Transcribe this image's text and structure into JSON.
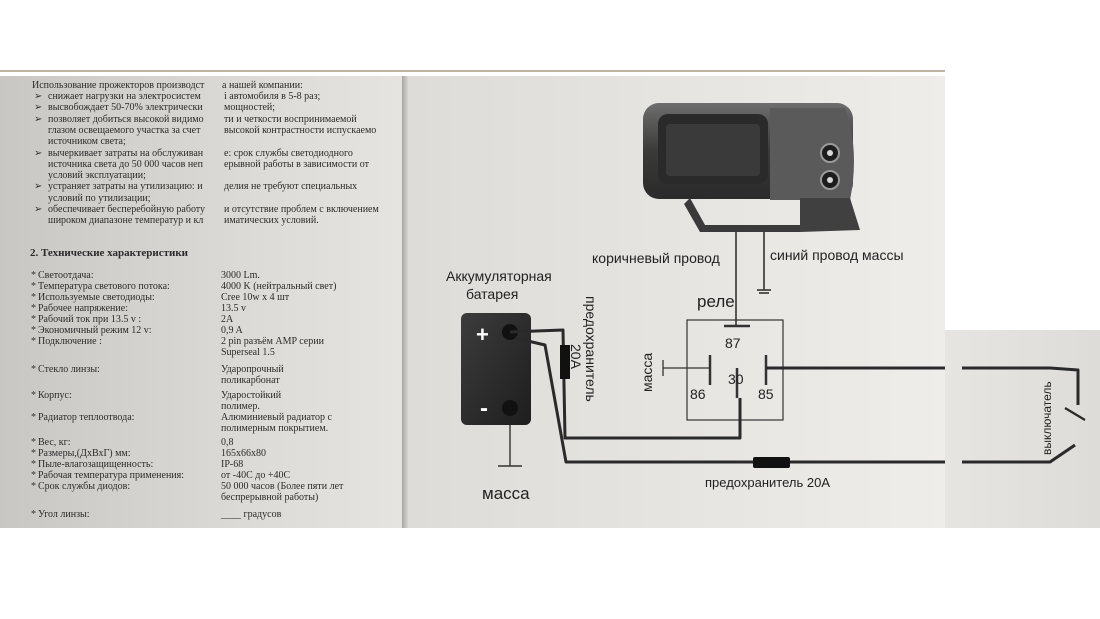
{
  "intro": {
    "line1a": "Использование прожекторов производст",
    "line1b": "а нашей компании:",
    "items": [
      {
        "a": "снижает нагрузки на  электросистем",
        "b": "i автомобиля в 5-8 раз;"
      },
      {
        "a": "высвобождает 50-70% электрически",
        "b": "мощностей;"
      },
      {
        "a": "позволяет добиться высокой видимо",
        "b": "ти и четкости воспринимаемой"
      },
      {
        "a": "глазом освещаемого участка за счет",
        "b": "высокой контрастности испускаемо"
      },
      {
        "a": "источником света;",
        "b": ""
      },
      {
        "a": "вычеркивает затраты на обслуживан",
        "b": "е: срок службы светодиодного"
      },
      {
        "a": "источника света до 50 000 часов неп",
        "b": "ерывной работы в зависимости от"
      },
      {
        "a": "условий эксплуатации;",
        "b": ""
      },
      {
        "a": "устраняет затраты на утилизацию: и",
        "b": "делия не требуют специальных"
      },
      {
        "a": "условий по утилизации;",
        "b": ""
      },
      {
        "a": "обеспечивает бесперебойную работу",
        "b": "и отсутствие проблем с включением"
      },
      {
        "a": "широком диапазоне температур и кл",
        "b": "иматических условий."
      }
    ]
  },
  "specs": {
    "heading": "2. Технические характеристики",
    "rows": [
      {
        "label": "Светоотдача:",
        "value": "3000 Lm."
      },
      {
        "label": "Температура светового потока:",
        "value": "4000 K (нейтральный свет)"
      },
      {
        "label": "Используемые светодиоды:",
        "value": "Cree 10w x 4 шт"
      },
      {
        "label": "Рабочее напряжение:",
        "value": "13.5 v"
      },
      {
        "label": "Рабочий ток при 13.5 v :",
        "value": "2A"
      },
      {
        "label": "Экономичный режим 12 v:",
        "value": "0,9 A"
      },
      {
        "label": "Подключение :",
        "value": "2 pin разъём AMP серии"
      },
      {
        "label": "",
        "value": "Superseal 1.5"
      },
      {
        "label": "Стекло линзы:",
        "value": "Ударопрочный"
      },
      {
        "label": "",
        "value": "поликарбонат"
      },
      {
        "label": "Корпус:",
        "value": "Ударостойкий"
      },
      {
        "label": "",
        "value": "полимер."
      },
      {
        "label": "Радиатор теплоотвода:",
        "value": "Алюминиевый радиатор с"
      },
      {
        "label": "",
        "value": "полимерным покрытием."
      },
      {
        "label": "Вес, кг:",
        "value": "0,8"
      },
      {
        "label": "Размеры,(ДхВхГ) мм:",
        "value": "165x66x80"
      },
      {
        "label": "Пыле-влагозащищенность:",
        "value": "IP-68"
      },
      {
        "label": "Рабочая температура применения:",
        "value": "от -40С до +40С"
      },
      {
        "label": "Срок службы диодов:",
        "value": "50 000 часов (Более пяти лет"
      },
      {
        "label": "",
        "value": "беспрерывной работы)"
      },
      {
        "label": "Угол линзы:",
        "value": "____ градусов"
      }
    ]
  },
  "diagram": {
    "brown_wire": "коричневый провод",
    "blue_ground": "синий провод массы",
    "battery_l1": "Аккумуляторная",
    "battery_l2": "батарея",
    "plus": "+",
    "minus": "-",
    "fuse_vert_l1": "предохранитель",
    "fuse_vert_l2": "20А",
    "relay": "реле",
    "ground_relay": "масса",
    "pin87": "87",
    "pin86": "86",
    "pin30": "30",
    "pin85": "85",
    "ground_battery": "масса",
    "fuse_bottom": "предохранитель 20А",
    "switch": "выключатель"
  }
}
